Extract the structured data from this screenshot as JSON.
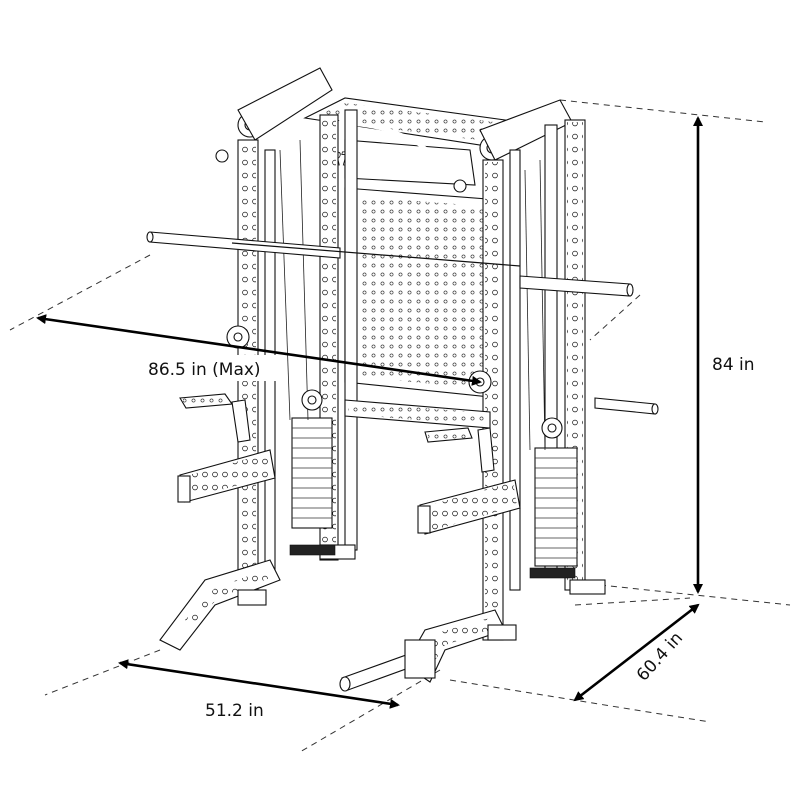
{
  "diagram": {
    "dimensions": {
      "width_max": "86.5 in (Max)",
      "height": "84 in",
      "depth": "60.4 in",
      "base_width": "51.2 in"
    }
  }
}
